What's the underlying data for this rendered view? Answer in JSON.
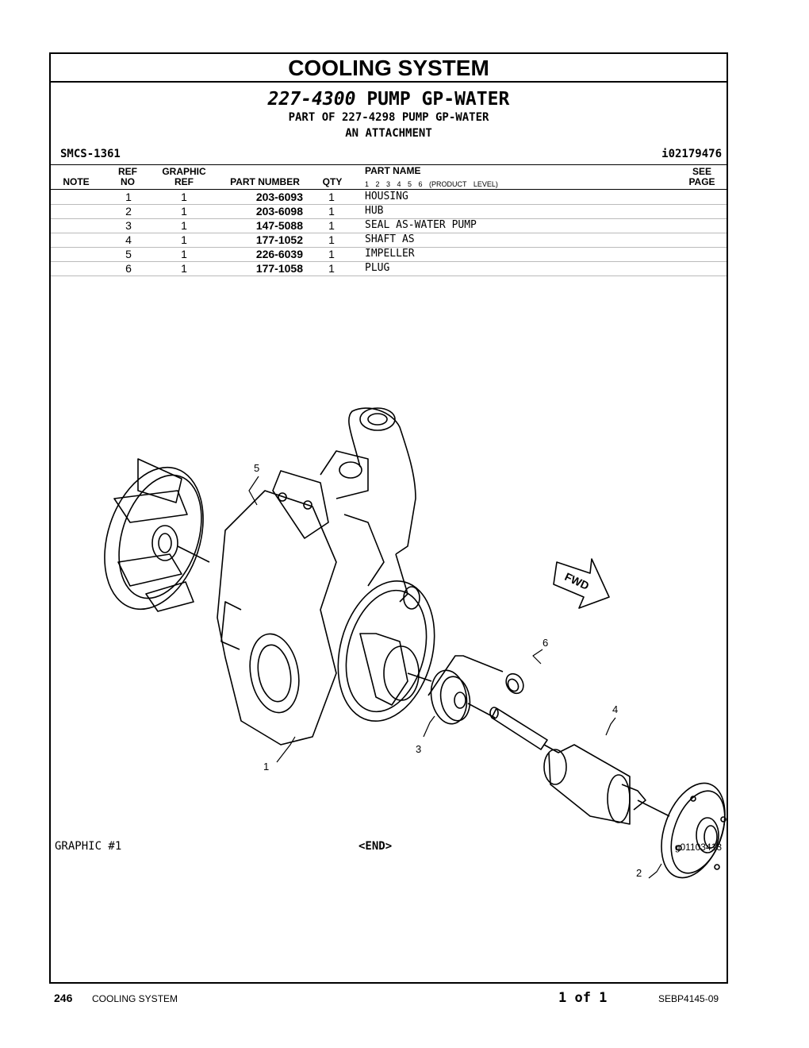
{
  "section_title": "COOLING SYSTEM",
  "group": {
    "part_number": "227-4300",
    "name": "PUMP GP-WATER",
    "part_of": "PART OF 227-4298 PUMP GP-WATER",
    "attachment": "AN ATTACHMENT"
  },
  "smcs": "SMCS-1361",
  "illustration_id": "i02179476",
  "columns": {
    "note": "NOTE",
    "ref_top": "REF",
    "ref_bottom": "NO",
    "graphic_top": "GRAPHIC",
    "graphic_bottom": "REF",
    "part_number": "PART NUMBER",
    "qty": "QTY",
    "part_name": "PART NAME",
    "levels": "1 2 3 4 5 6 (PRODUCT LEVEL)",
    "see_top": "SEE",
    "see_bottom": "PAGE"
  },
  "parts": [
    {
      "ref": "1",
      "graphic": "1",
      "part_number": "203-6093",
      "qty": "1",
      "name": "HOUSING"
    },
    {
      "ref": "2",
      "graphic": "1",
      "part_number": "203-6098",
      "qty": "1",
      "name": "HUB"
    },
    {
      "ref": "3",
      "graphic": "1",
      "part_number": "147-5088",
      "qty": "1",
      "name": "SEAL AS-WATER PUMP"
    },
    {
      "ref": "4",
      "graphic": "1",
      "part_number": "177-1052",
      "qty": "1",
      "name": "SHAFT AS"
    },
    {
      "ref": "5",
      "graphic": "1",
      "part_number": "226-6039",
      "qty": "1",
      "name": "IMPELLER"
    },
    {
      "ref": "6",
      "graphic": "1",
      "part_number": "177-1058",
      "qty": "1",
      "name": "PLUG"
    }
  ],
  "callouts": {
    "c1": "1",
    "c2": "2",
    "c3": "3",
    "c4": "4",
    "c5": "5",
    "c6": "6",
    "fwd": "FWD"
  },
  "graphic_label": "GRAPHIC #1",
  "end_label": "<END>",
  "graphic_id": "g01103413",
  "footer": {
    "page_number": "246",
    "section": "COOLING SYSTEM",
    "page_of": "1 of 1",
    "doc_id": "SEBP4145-09"
  }
}
